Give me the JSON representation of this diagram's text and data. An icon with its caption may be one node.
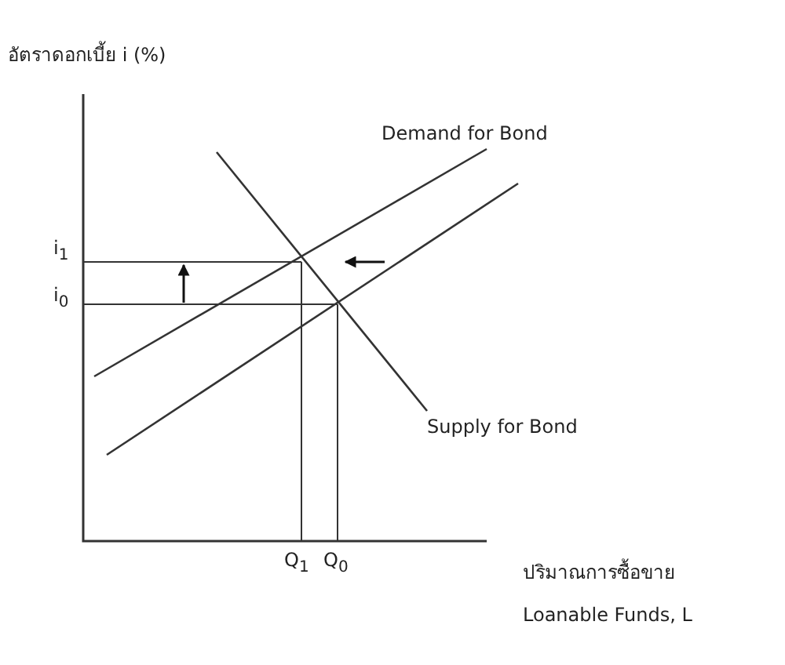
{
  "diagram": {
    "labels": [
      "อัตราดอกเบี้ย i (%)",
      "Demand for Bond",
      "i$_{1}$",
      "i$_{0}$",
      "Supply for Bond",
      "Q$_{1}$",
      "Q$_{0}$",
      "ปริมาณการซื้อขาย",
      "Loanable Funds, L"
    ]
  }
}
